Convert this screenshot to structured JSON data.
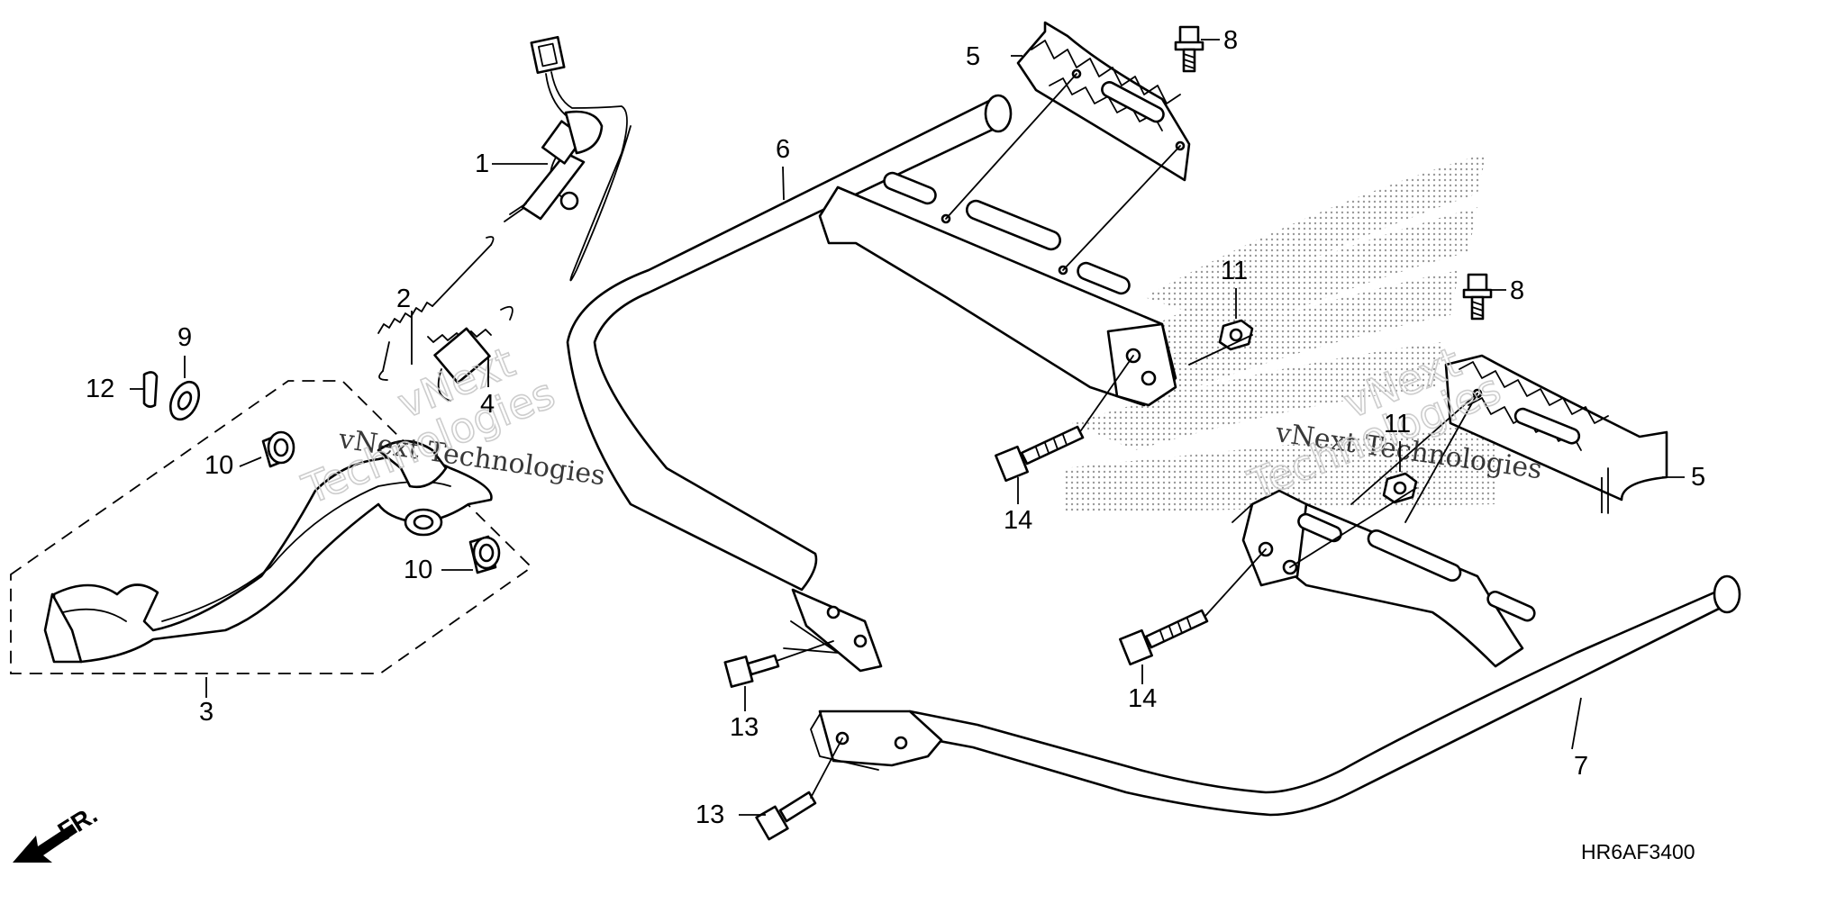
{
  "diagram_code": "HR6AF3400",
  "front_marker": "FR.",
  "watermark": "vNext Technologies",
  "watermark_split": [
    "vNext",
    "Technologies"
  ],
  "callouts": {
    "c1": "1",
    "c2": "2",
    "c3": "3",
    "c4": "4",
    "c5a": "5",
    "c5b": "5",
    "c6": "6",
    "c7": "7",
    "c8a": "8",
    "c8b": "8",
    "c9": "9",
    "c10a": "10",
    "c10b": "10",
    "c11a": "11",
    "c11b": "11",
    "c12": "12",
    "c13a": "13",
    "c13b": "13",
    "c14a": "14",
    "c14b": "14"
  }
}
